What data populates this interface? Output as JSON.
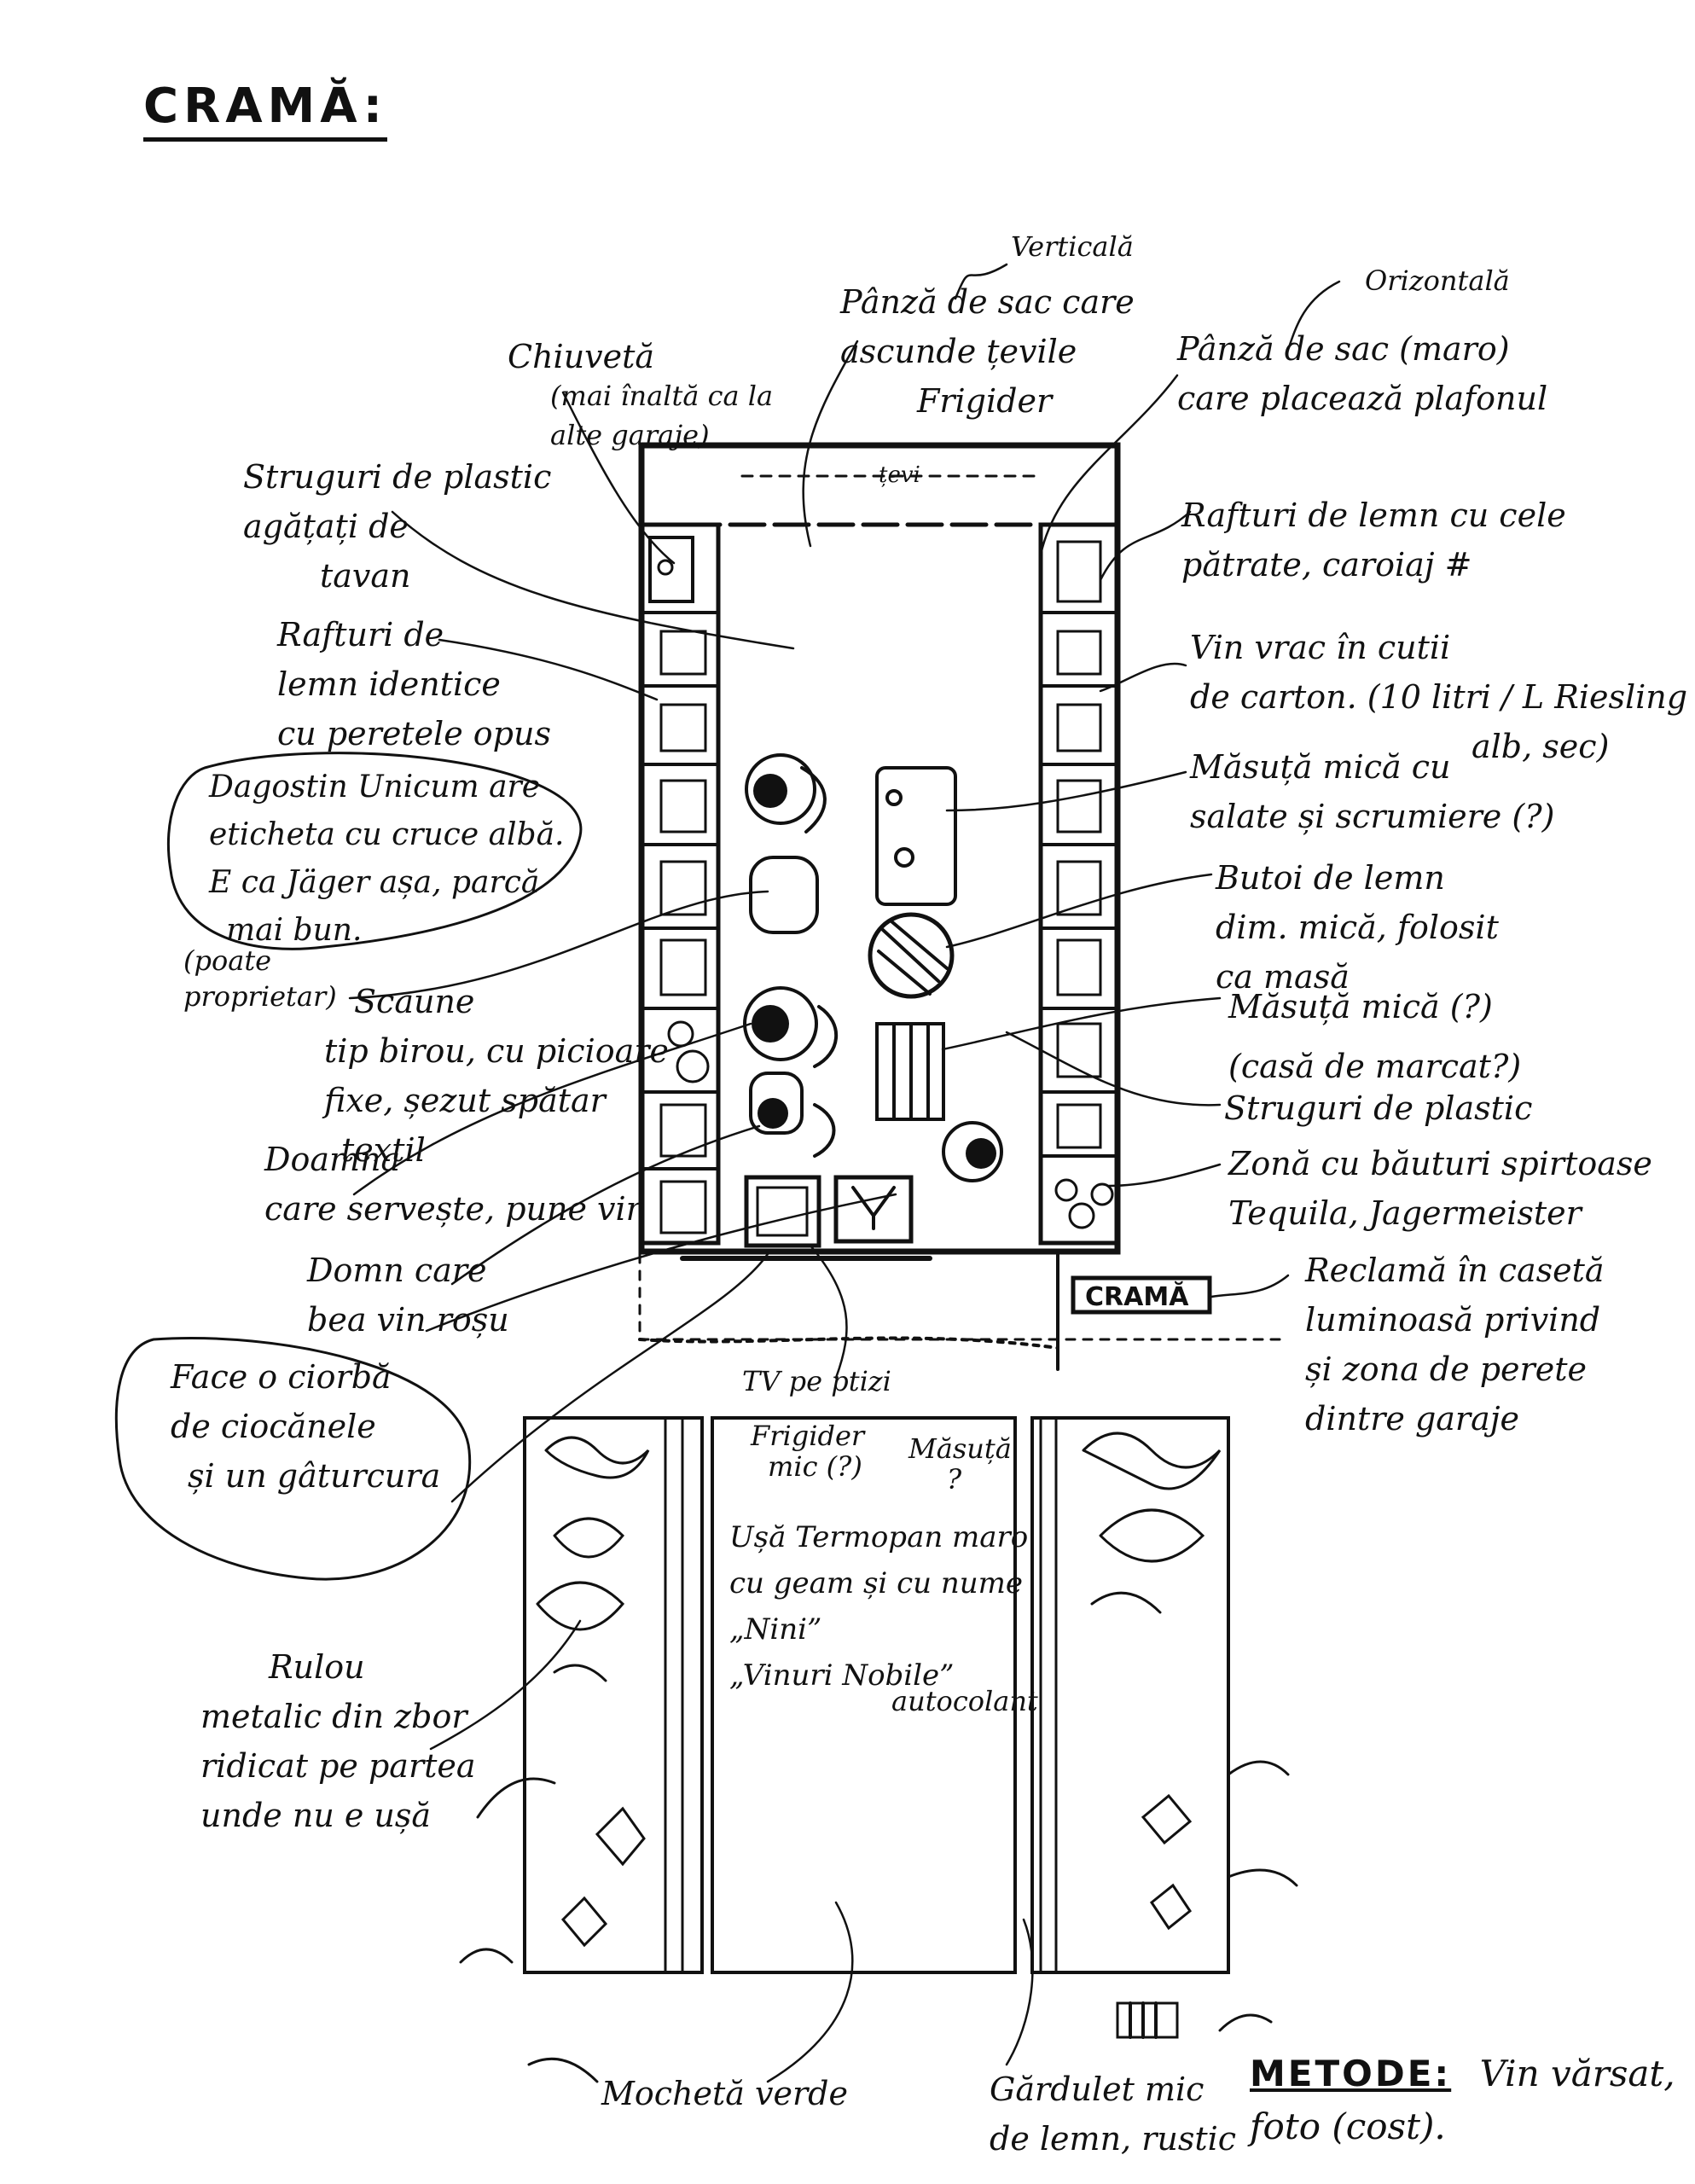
{
  "title": "CRAMĂ:",
  "labels": {
    "verticala": "Verticală",
    "panza_verticala": [
      "Pânză de sac care",
      "ascunde țevile",
      "Frigider"
    ],
    "orizontala": "Orizontală",
    "panza_orizontala": [
      "Pânză de sac (maro)",
      "care placează plafonul"
    ],
    "chiuveta": [
      "Chiuvetă",
      "(mai înaltă ca la",
      "alte garaje)"
    ],
    "strugurei_tavan": [
      "Struguri de plastic",
      "agățați de",
      "tavan"
    ],
    "rafturi_stanga": [
      "Rafturi de",
      "lemn identice",
      "cu peretele opus"
    ],
    "rafturi_dreapta": [
      "Rafturi de lemn cu cele",
      "pătrate, caroiaj #"
    ],
    "vin_vrac": [
      "Vin vrac în cutii",
      "de carton. (10 litri / L Riesling",
      "alb, sec)"
    ],
    "masuta_mica": [
      "Măsuță mică cu",
      "salate și scrumiere (?)"
    ],
    "butoi": [
      "Butoi de lemn",
      "dim. mică, folosit",
      "ca masă"
    ],
    "masuta_mica2": [
      "Măsuță mică (?)",
      "(casă de marcat?)"
    ],
    "strugurei_plastic": "Struguri de plastic",
    "zona_bauturi": [
      "Zonă cu băuturi spirtoase",
      "Tequila, Jagermeister"
    ],
    "reclama": [
      "Reclamă în casetă",
      "luminoasă privind",
      "și zona de perete",
      "dintre garaje"
    ],
    "dagostin": [
      "Dagostin Unicum are",
      "eticheta cu cruce albă.",
      "E ca Jäger așa, parcă",
      "mai bun."
    ],
    "propietar": [
      "(poate",
      "proprietar)"
    ],
    "scaune": [
      "Scaune",
      "tip birou, cu picioare",
      "fixe, șezut spătar",
      "textil"
    ],
    "doamna": [
      "Doamna",
      "care servește, pune vin"
    ],
    "domn": [
      "Domn care",
      "bea vin roșu"
    ],
    "ciorba": [
      "Face o ciorbă",
      "de ciocănele",
      "și un gâturcura"
    ],
    "tv": "TV pe ptizi",
    "frigider_mic": [
      "Frigider",
      "mic (?)"
    ],
    "masuta_q": [
      "Măsuță",
      "?"
    ],
    "usa_termopan": [
      "Ușă Termopan maro",
      "cu geam și cu nume",
      "„Nini”",
      "„Vinuri Nobile”"
    ],
    "autocolant": "autocolant",
    "rulou": [
      "Rulou",
      "metalic din zbor",
      "ridicat pe partea",
      "unde nu e ușă"
    ],
    "mocheta": "Mochetă verde",
    "gardulet": [
      "Gărdulet mic",
      "de lemn, rustic"
    ],
    "methods_label": "METODE:",
    "methods_text": [
      "Vin vărsat,",
      "foto (cost)."
    ],
    "tevi": "țevi",
    "sign": "CRAMĂ"
  }
}
